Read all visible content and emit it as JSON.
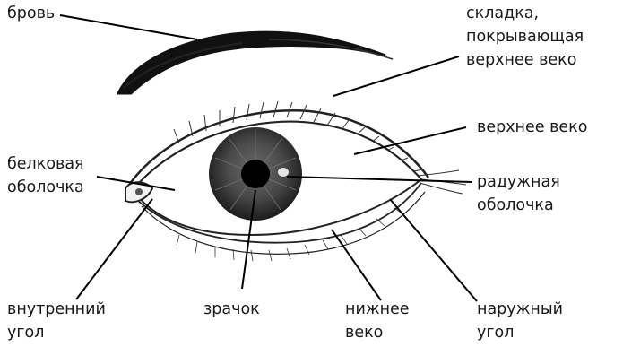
{
  "labels": {
    "brow": "бровь",
    "fold": [
      "складка,",
      "покрывающая",
      "верхнее веко"
    ],
    "upper_lid": "верхнее веко",
    "sclera": [
      "белковая",
      "оболочка"
    ],
    "iris": [
      "радужная",
      "оболочка"
    ],
    "inner_corner": [
      "внутренний",
      "угол"
    ],
    "pupil": "зрачок",
    "lower_lid": [
      "нижнее",
      "веко"
    ],
    "outer_corner": [
      "наружный",
      "угол"
    ]
  },
  "colors": {
    "ink": "#1a1a1a",
    "line": "#000000",
    "iris": "#3a3a3a",
    "pupil": "#000000"
  }
}
